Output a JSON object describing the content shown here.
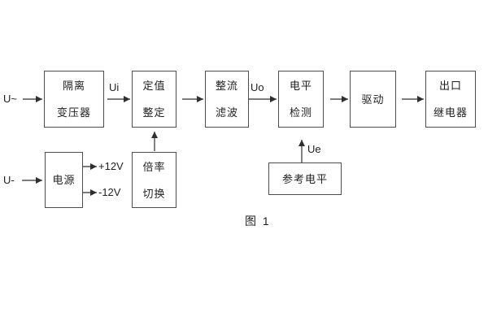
{
  "figure_caption": "图 1",
  "inputs": {
    "ac": "U~",
    "dc": "U-"
  },
  "signal_labels": {
    "ui": "Ui",
    "uo": "Uo",
    "ue": "Ue",
    "rail_pos": "+12V",
    "rail_neg": "-12V"
  },
  "blocks": {
    "isolation_transformer": {
      "line1": "隔离",
      "line2": "变压器"
    },
    "setting_adjust": {
      "line1": "定值",
      "line2": "整定"
    },
    "rectifier_filter": {
      "line1": "整流",
      "line2": "滤波"
    },
    "level_detect": {
      "line1": "电平",
      "line2": "检测"
    },
    "drive": {
      "label": "驱动"
    },
    "output_relay": {
      "line1": "出口",
      "line2": "继电器"
    },
    "power_supply": {
      "label": "电源"
    },
    "ratio_switch": {
      "line1": "倍率",
      "line2": "切换"
    },
    "reference_level": {
      "label": "参考电平"
    }
  },
  "colors": {
    "background": "#ffffff",
    "box_border": "#4d4d4d",
    "connector_line": "#2f2f2f",
    "text": "#1f1f1f"
  }
}
